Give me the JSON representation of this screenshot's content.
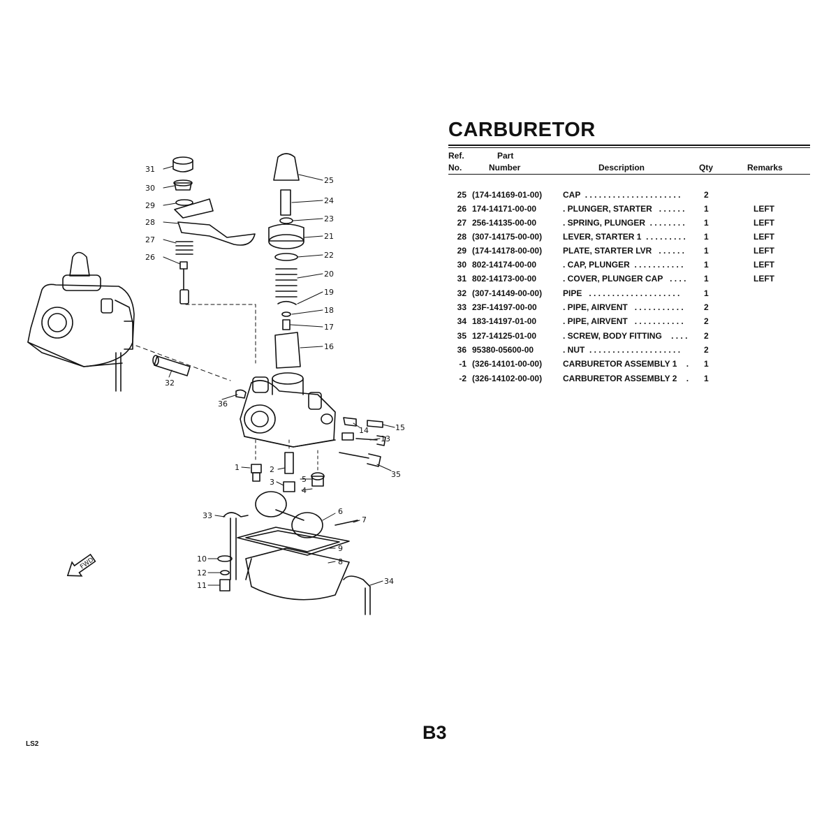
{
  "title": "CARBURETOR",
  "table": {
    "headers": {
      "ref_line1": "Ref.",
      "ref_line2": "No.",
      "part_line1": "Part",
      "part_line2": "Number",
      "description": "Description",
      "qty": "Qty",
      "remarks": "Remarks"
    },
    "rows": [
      {
        "ref": "25",
        "part": "(174-14169-01-00)",
        "desc": "CAP  . . . . . . . . . . . . . . . . . . . . .",
        "qty": "2",
        "remarks": ""
      },
      {
        "ref": "26",
        "part": "174-14171-00-00",
        "desc": ". PLUNGER, STARTER   . . . . . .",
        "qty": "1",
        "remarks": "LEFT"
      },
      {
        "ref": "27",
        "part": "256-14135-00-00",
        "desc": ". SPRING, PLUNGER  . . . . . . . .",
        "qty": "1",
        "remarks": "LEFT"
      },
      {
        "ref": "28",
        "part": "(307-14175-00-00)",
        "desc": "LEVER, STARTER 1  . . . . . . . . .",
        "qty": "1",
        "remarks": "LEFT"
      },
      {
        "ref": "29",
        "part": "(174-14178-00-00)",
        "desc": "PLATE, STARTER LVR   . . . . . .",
        "qty": "1",
        "remarks": "LEFT"
      },
      {
        "ref": "30",
        "part": "802-14174-00-00",
        "desc": ". CAP, PLUNGER  . . . . . . . . . . .",
        "qty": "1",
        "remarks": "LEFT"
      },
      {
        "ref": "31",
        "part": "802-14173-00-00",
        "desc": ". COVER, PLUNGER CAP   . . . .",
        "qty": "1",
        "remarks": "LEFT"
      },
      {
        "ref": "32",
        "part": "(307-14149-00-00)",
        "desc": "PIPE   . . . . . . . . . . . . . . . . . . . .",
        "qty": "1",
        "remarks": ""
      },
      {
        "ref": "33",
        "part": "23F-14197-00-00",
        "desc": ". PIPE, AIRVENT   . . . . . . . . . . .",
        "qty": "2",
        "remarks": ""
      },
      {
        "ref": "34",
        "part": "183-14197-01-00",
        "desc": ". PIPE, AIRVENT   . . . . . . . . . . .",
        "qty": "2",
        "remarks": ""
      },
      {
        "ref": "35",
        "part": "127-14125-01-00",
        "desc": ". SCREW, BODY FITTING    . . . .",
        "qty": "2",
        "remarks": ""
      },
      {
        "ref": "36",
        "part": "95380-05600-00",
        "desc": ". NUT  . . . . . . . . . . . . . . . . . . . .",
        "qty": "2",
        "remarks": ""
      },
      {
        "ref": "-1",
        "part": "(326-14101-00-00)",
        "desc": "CARBURETOR ASSEMBLY 1    .",
        "qty": "1",
        "remarks": ""
      },
      {
        "ref": "-2",
        "part": "(326-14102-00-00)",
        "desc": "CARBURETOR ASSEMBLY 2    .",
        "qty": "1",
        "remarks": ""
      }
    ]
  },
  "diagram": {
    "callouts": [
      "31",
      "30",
      "29",
      "28",
      "27",
      "26",
      "25",
      "24",
      "23",
      "21",
      "22",
      "20",
      "19",
      "18",
      "17",
      "16",
      "32",
      "36",
      "15",
      "14",
      "13",
      "35",
      "1",
      "2",
      "5",
      "3",
      "4",
      "33",
      "6",
      "7",
      "9",
      "10",
      "8",
      "12",
      "11",
      "34"
    ],
    "fwd_label": "FWD"
  },
  "footer": {
    "page": "B3",
    "code": "LS2"
  }
}
